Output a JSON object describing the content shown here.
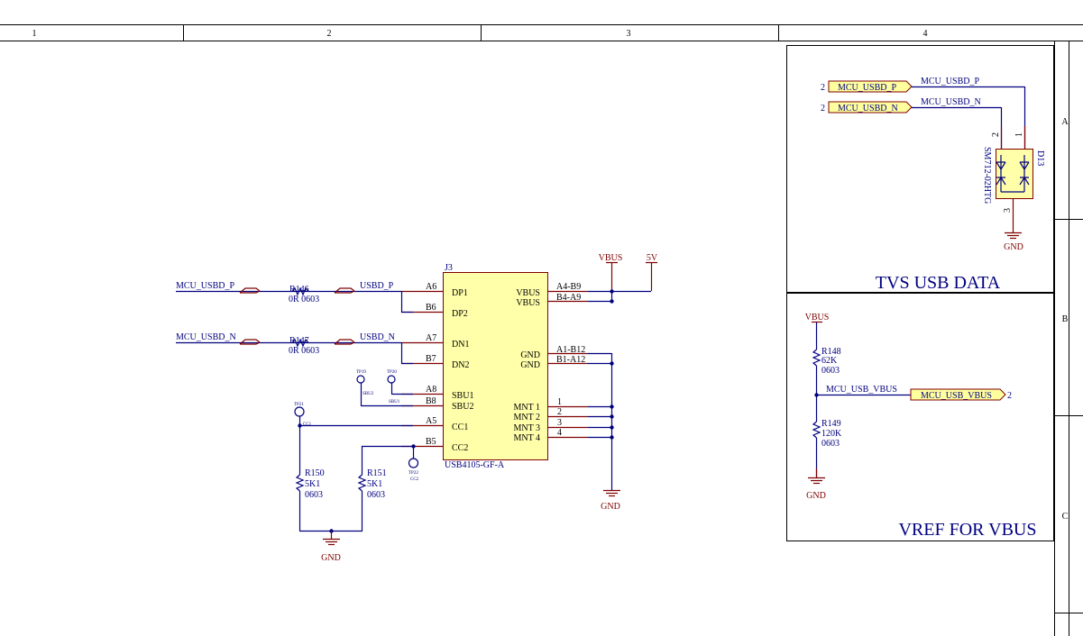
{
  "sheet": {
    "columns": [
      "1",
      "2",
      "3",
      "4"
    ],
    "rows": [
      "A",
      "B",
      "C"
    ]
  },
  "connector": {
    "designator": "J3",
    "part": "USB4105-GF-A",
    "left_pins": [
      {
        "num": "A6",
        "name": "DP1"
      },
      {
        "num": "B6",
        "name": "DP2"
      },
      {
        "num": "A7",
        "name": "DN1"
      },
      {
        "num": "B7",
        "name": "DN2"
      },
      {
        "num": "A8",
        "name": "SBU1"
      },
      {
        "num": "B8",
        "name": "SBU2"
      },
      {
        "num": "A5",
        "name": "CC1"
      },
      {
        "num": "B5",
        "name": "CC2"
      }
    ],
    "right_pins": [
      {
        "num": "A4-B9",
        "name": "VBUS"
      },
      {
        "num": "B4-A9",
        "name": "VBUS"
      },
      {
        "num": "A1-B12",
        "name": "GND"
      },
      {
        "num": "B1-A12",
        "name": "GND"
      },
      {
        "num": "1",
        "name": "MNT 1"
      },
      {
        "num": "2",
        "name": "MNT 2"
      },
      {
        "num": "3",
        "name": "MNT 3"
      },
      {
        "num": "4",
        "name": "MNT 4"
      }
    ]
  },
  "nets": {
    "mcu_usbd_p": "MCU_USBD_P",
    "mcu_usbd_n": "MCU_USBD_N",
    "usbd_p": "USBD_P",
    "usbd_n": "USBD_N",
    "vbus": "VBUS",
    "v5": "5V",
    "gnd": "GND",
    "mcu_usb_vbus": "MCU_USB_VBUS",
    "cc1": "CC1"
  },
  "resistors": {
    "r146": {
      "ref": "R146",
      "value": "0R 0603"
    },
    "r147": {
      "ref": "R147",
      "value": "0R 0603"
    },
    "r150": {
      "ref": "R150",
      "value": "5K1",
      "pkg": "0603"
    },
    "r151": {
      "ref": "R151",
      "value": "5K1",
      "pkg": "0603"
    },
    "r148": {
      "ref": "R148",
      "value": "62K",
      "pkg": "0603"
    },
    "r149": {
      "ref": "R149",
      "value": "120K",
      "pkg": "0603"
    }
  },
  "testpoints": {
    "tp19": {
      "ref": "TP19",
      "net": "SBU2"
    },
    "tp20": {
      "ref": "TP20",
      "net": "SBU1"
    },
    "tp21": {
      "ref": "TP21",
      "net": "CC1"
    },
    "tp22": {
      "ref": "TP22",
      "net": "CC2"
    }
  },
  "tvs": {
    "ref": "D13",
    "part": "SM712-02HTG",
    "pin1": "1",
    "pin2": "2",
    "pin3": "3",
    "port_sheet": "2"
  },
  "sections": {
    "tvs_title": "TVS USB DATA",
    "vref_title": "VREF FOR VBUS"
  },
  "colors": {
    "wire": "#00007f",
    "power": "#7f0000",
    "body_fill": "#ffffaa"
  }
}
